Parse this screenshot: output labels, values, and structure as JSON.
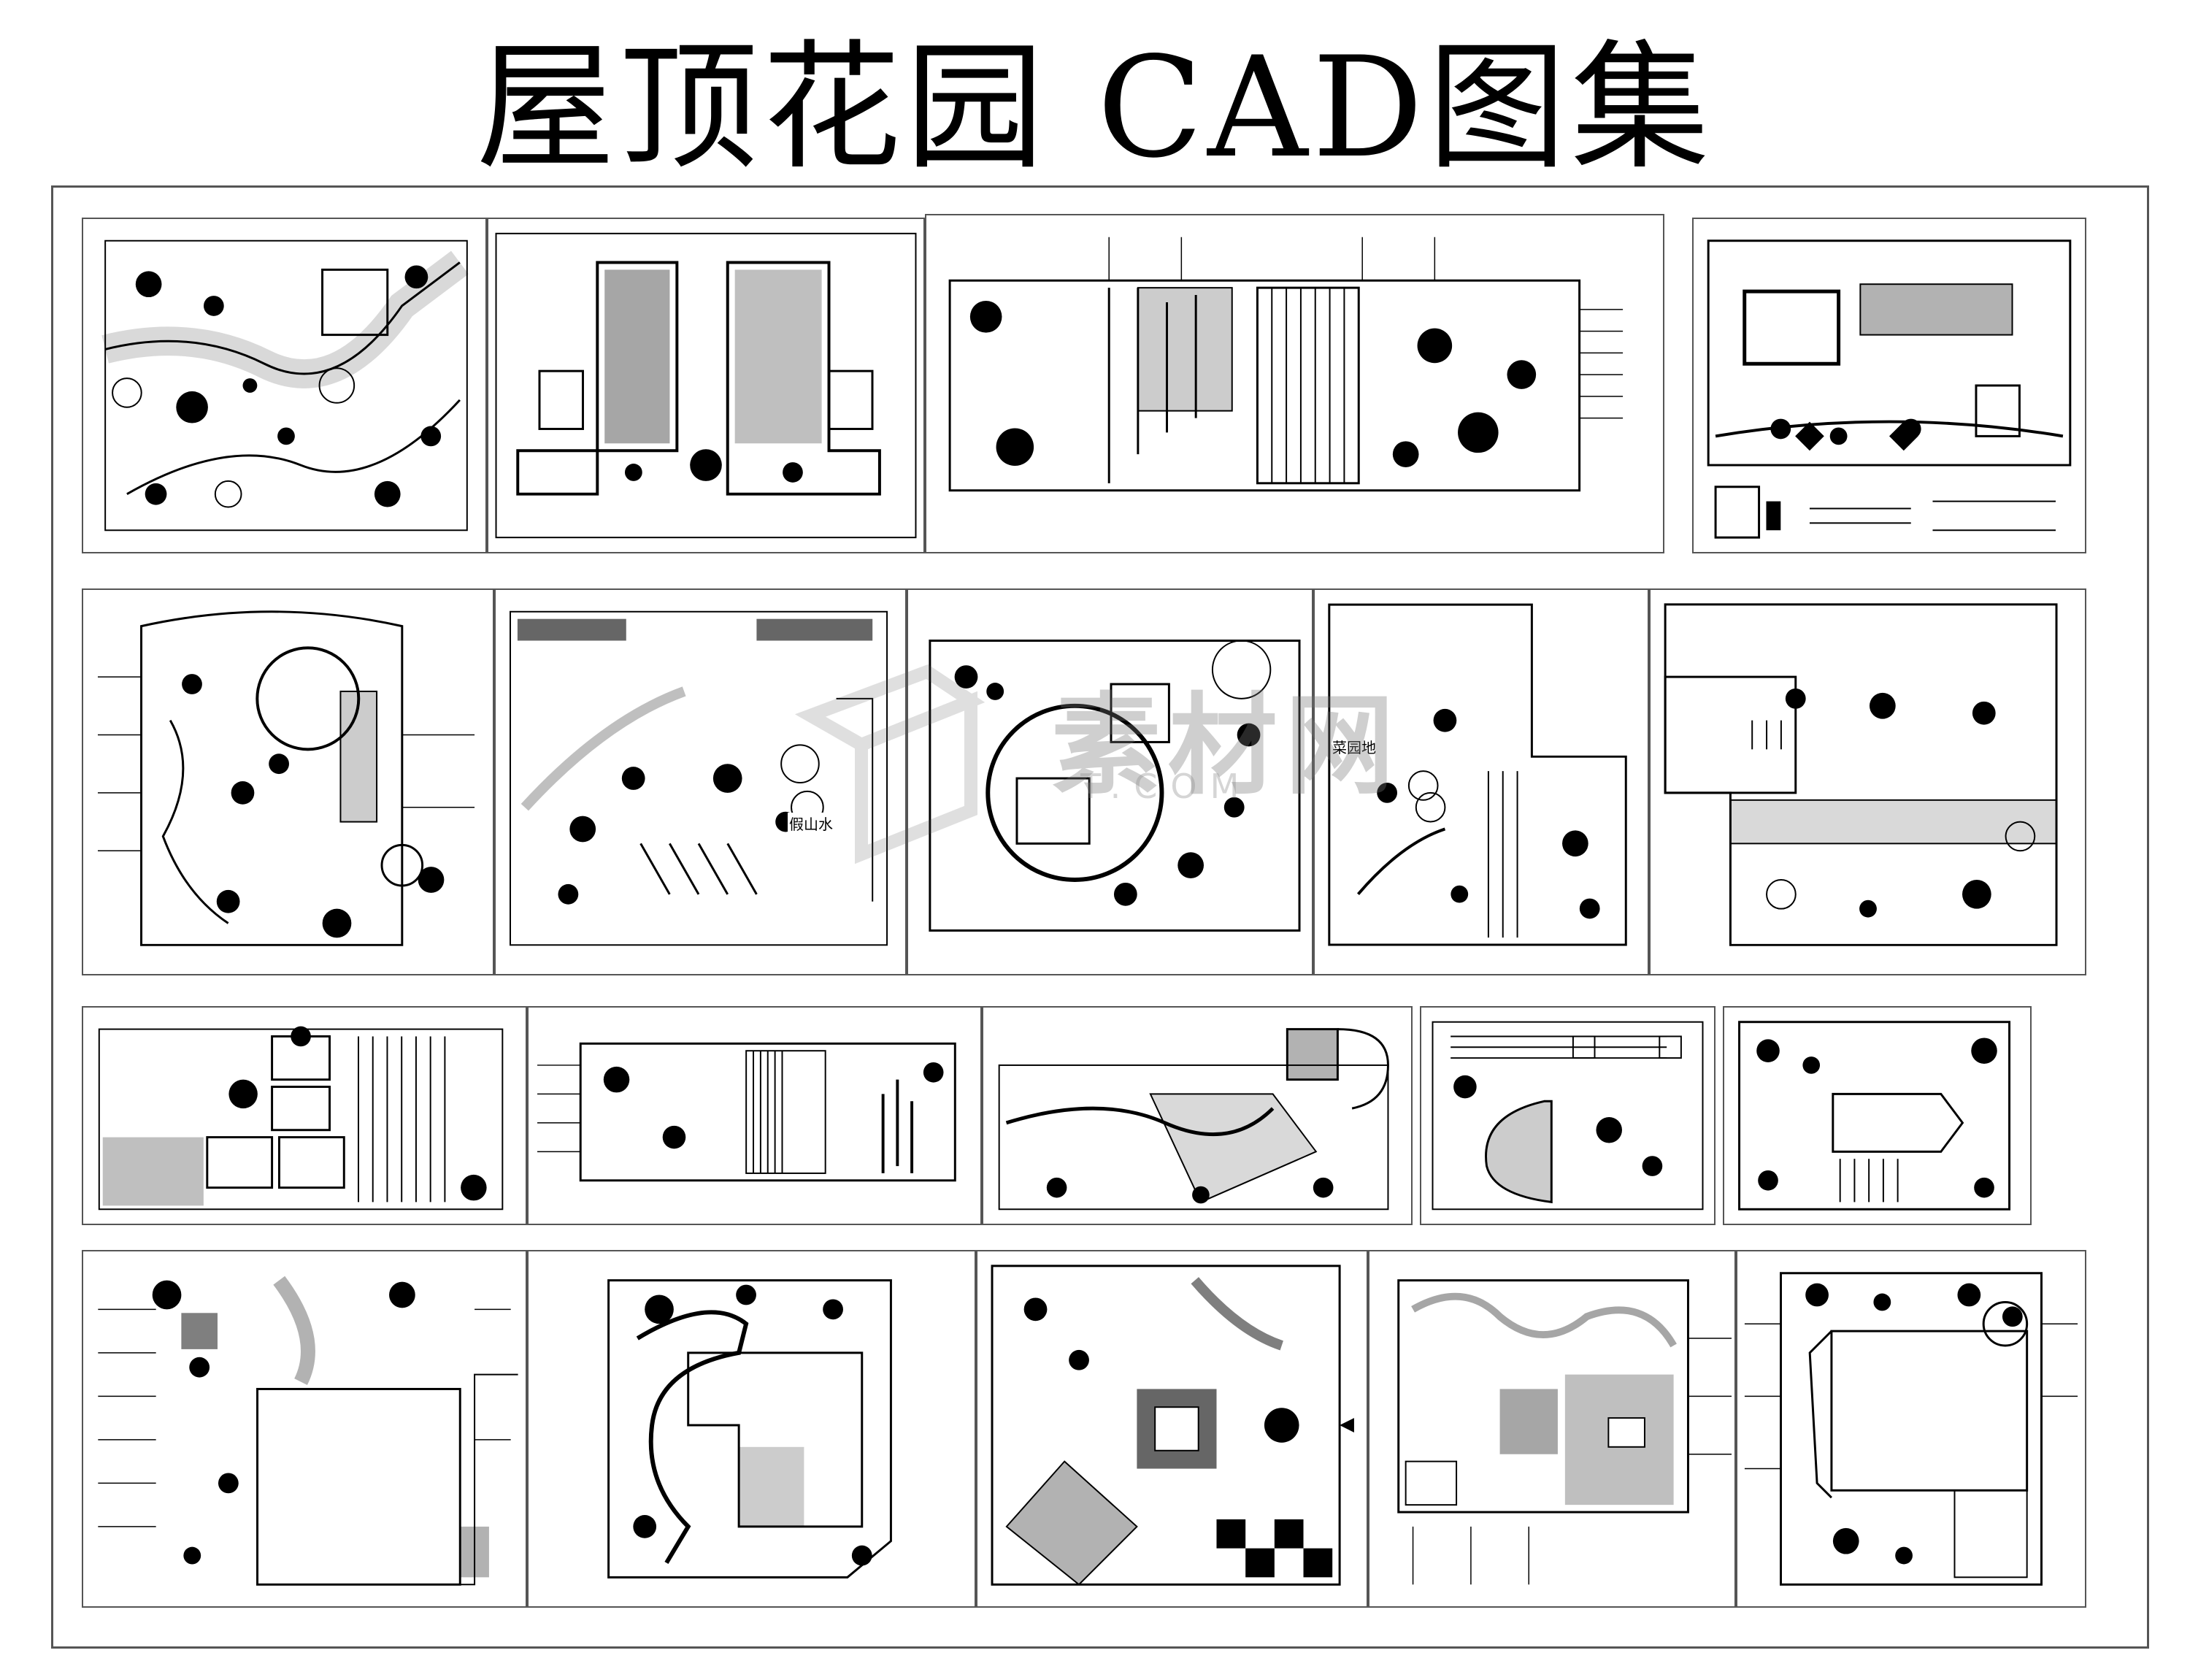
{
  "title": "屋顶花园 CAD图集",
  "labels": {
    "vegetable_garden": "菜园地",
    "rockery": "假山水"
  },
  "watermark": {
    "name": "素材网",
    "domain": "T.COM"
  },
  "colors": {
    "line": "#000000",
    "frame": "#555555",
    "background": "#ffffff"
  }
}
